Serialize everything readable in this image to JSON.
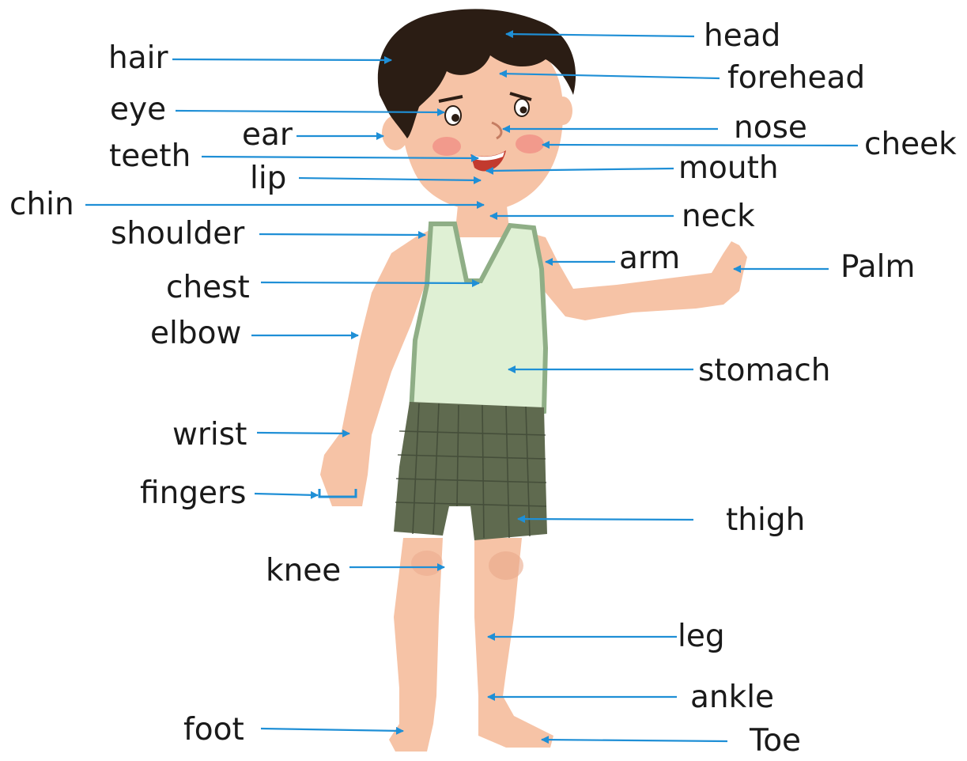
{
  "colors": {
    "arrow": "#1f8fd6",
    "text": "#1a1a1a",
    "hair": "#2b1d14",
    "skin": "#f6c3a6",
    "skin_shade": "#e9a88a",
    "vest": "#dff0d4",
    "vest_trim": "#8fae86",
    "shorts": "#5f6a4f",
    "shorts_grid": "#3f4836",
    "cheek": "#f29a8c"
  },
  "labels": {
    "head": "head",
    "hair": "hair",
    "forehead": "forehead",
    "eye": "eye",
    "ear": "ear",
    "nose": "nose",
    "cheek": "cheek",
    "teeth": "teeth",
    "mouth": "mouth",
    "lip": "lip",
    "chin": "chin",
    "neck": "neck",
    "shoulder": "shoulder",
    "arm": "arm",
    "palm": "Palm",
    "chest": "chest",
    "elbow": "elbow",
    "stomach": "stomach",
    "wrist": "wrist",
    "fingers": "fingers",
    "thigh": "thigh",
    "knee": "knee",
    "leg": "leg",
    "ankle": "ankle",
    "foot": "foot",
    "toe": "Toe"
  }
}
